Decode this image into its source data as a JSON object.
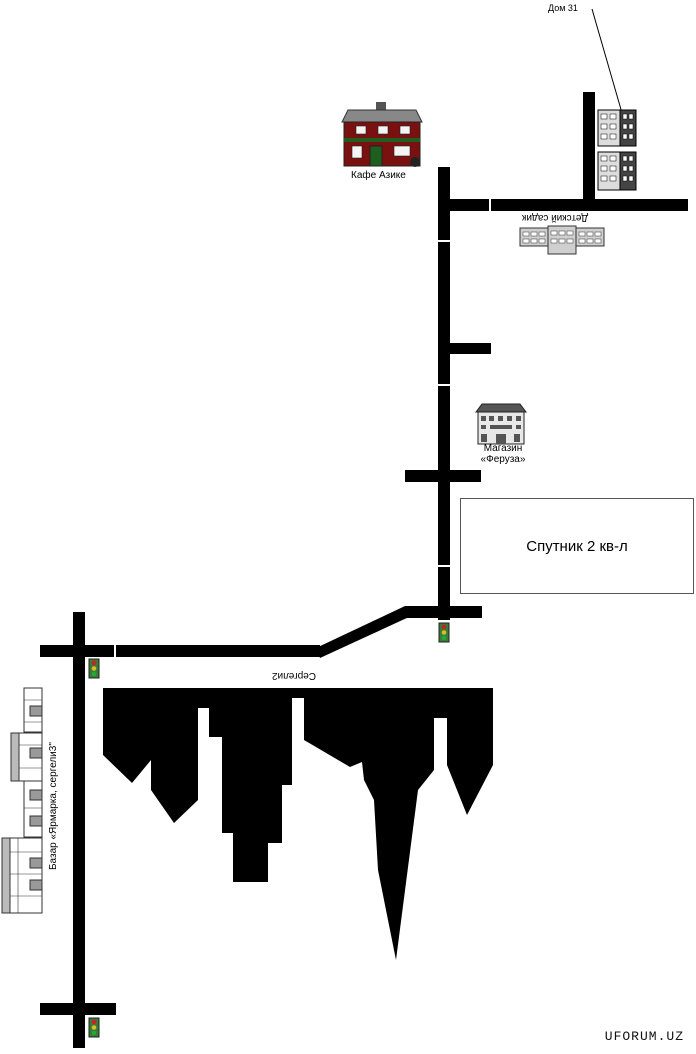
{
  "labels": {
    "house31": "Дом 31",
    "cafe": "Кафе Азике",
    "kindergarten": "Детский садик",
    "shop_line1": "Магазин",
    "shop_line2": "«Феруза»",
    "district": "Спутник 2 кв-л",
    "street": "Сергели2",
    "bazaar": "Базар «Ярмарка, сергели3\""
  },
  "watermark": "UFORUM.UZ",
  "colors": {
    "road": "#000000",
    "building_fill": "#000000",
    "traffic_light_housing": "#3a7a3a",
    "traffic_red": "#cc2222",
    "traffic_yellow": "#d4c020",
    "traffic_green": "#22aa33",
    "cafe_roof": "#777777",
    "cafe_wall": "#7a1010",
    "cafe_trim": "#1e5e1e"
  },
  "icons": [
    "apartment-building-icon",
    "cafe-building-icon",
    "kindergarten-building-icon",
    "shop-building-icon",
    "traffic-light-icon",
    "market-stall-icon"
  ]
}
